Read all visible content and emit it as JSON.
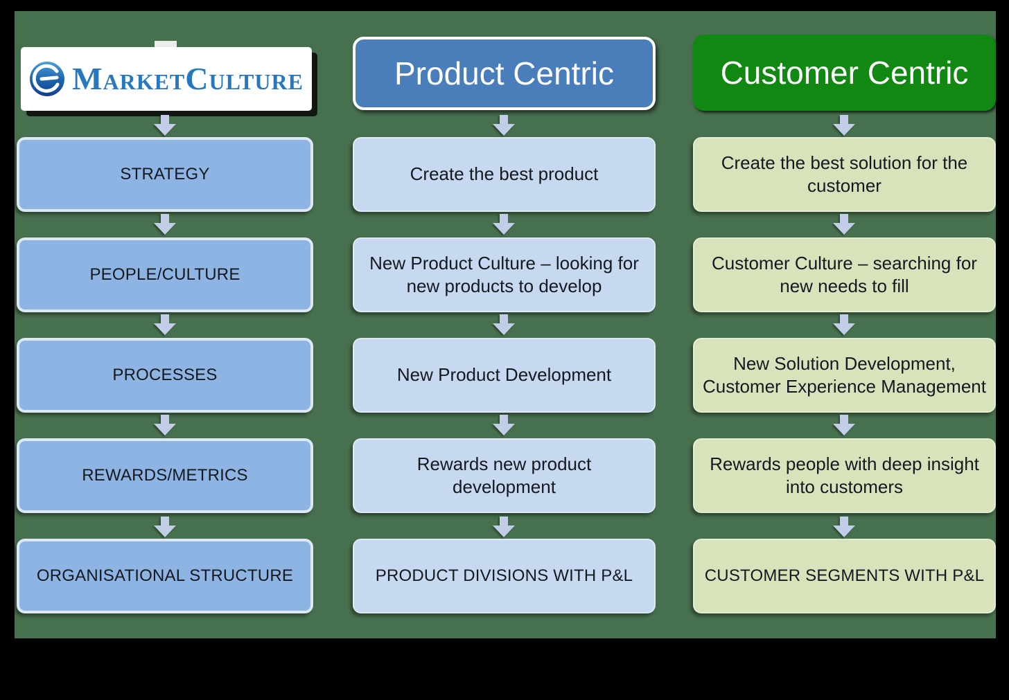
{
  "colors": {
    "frame": "#000000",
    "canvas": "#47704e",
    "col1-box": "#8db4e3",
    "col1-border": "#dde7f6",
    "col2-box": "#c6d9f1",
    "col3-box": "#d7e4bb",
    "product-header": "#4a7ebb",
    "customer-header": "#118811",
    "arrow": "#c2cee8",
    "text-dark": "#14181f",
    "logo-blue": "#2878be"
  },
  "logo": {
    "wordmark": "MarketCulture",
    "icon": "globe-swirl-icon"
  },
  "headers": {
    "product": "Product Centric",
    "customer": "Customer Centric"
  },
  "columns": [
    {
      "rows": [
        "STRATEGY",
        "PEOPLE/CULTURE",
        "PROCESSES",
        "REWARDS/METRICS",
        "ORGANISATIONAL STRUCTURE"
      ]
    },
    {
      "rows": [
        "Create the best product",
        "New Product Culture – looking for\nnew products to develop",
        "New Product Development",
        "Rewards new product\ndevelopment",
        "PRODUCT DIVISIONS WITH P&L"
      ]
    },
    {
      "rows": [
        "Create the best solution for the\ncustomer",
        "Customer Culture – searching for\nnew needs to fill",
        "New Solution Development,\nCustomer Experience Management",
        "Rewards people with deep insight\ninto customers",
        "CUSTOMER SEGMENTS WITH P&L"
      ]
    }
  ]
}
